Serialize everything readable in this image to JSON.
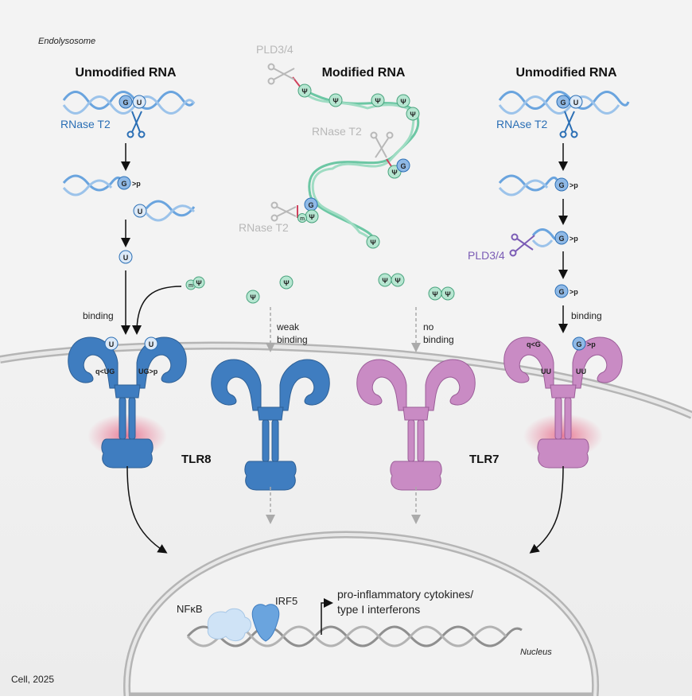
{
  "labels": {
    "compartment": "Endolysosome",
    "nucleus": "Nucleus",
    "citation": "Cell, 2025",
    "output": "pro-inflammatory cytokines/",
    "output_line2": "type I interferons",
    "nfkb": "NFκB",
    "irf5": "IRF5",
    "tlr8": "TLR8",
    "tlr7": "TLR7"
  },
  "columns": {
    "left": {
      "title": "Unmodified RNA",
      "enzyme": "RNase T2",
      "binding": "binding"
    },
    "middle": {
      "title": "Modified RNA",
      "enzyme_top": "PLD3/4",
      "enzyme_mid": "RNase T2",
      "enzyme_low": "RNase T2",
      "weak_line1": "weak",
      "weak_line2": "binding",
      "no_line1": "no",
      "no_line2": "binding"
    },
    "right": {
      "title": "Unmodified RNA",
      "enzyme": "RNAse T2",
      "enzyme2": "PLD3/4",
      "binding": "binding"
    }
  },
  "nucleotides": {
    "g": "G",
    "u": "U",
    "psi": "Ψ",
    "gp": ">p",
    "m": "m",
    "tlr8_left_site": "q<UG",
    "tlr8_right_site": "UG>p",
    "tlr7_left_site": "q<G",
    "tlr7_right_site": ">p",
    "uu": "UU"
  },
  "colors": {
    "tlr8": "#3f7dc0",
    "tlr7": "#c98bc4",
    "rna_blue": "#6aa4de",
    "rna_green": "#6cc7a4",
    "enzyme_blue": "#2b6fb5",
    "enzyme_purple": "#7b5cb5",
    "membrane": "#b5b5b5"
  }
}
